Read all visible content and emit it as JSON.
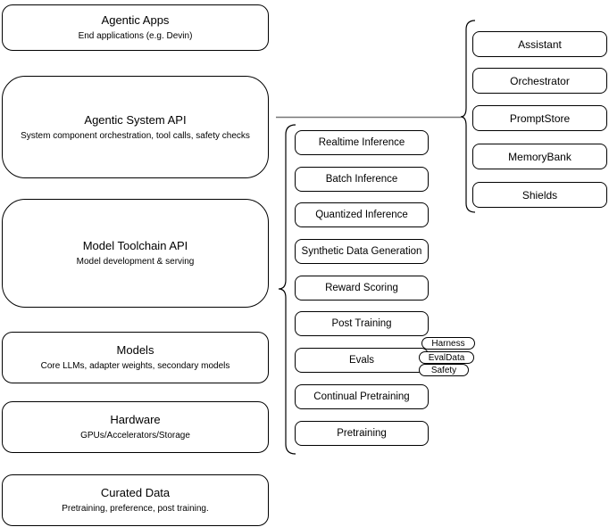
{
  "diagram": {
    "layers": [
      {
        "title": "Agentic Apps",
        "subtitle": "End applications (e.g. Devin)"
      },
      {
        "title": "Agentic System API",
        "subtitle": "System component orchestration, tool calls, safety checks"
      },
      {
        "title": "Model Toolchain API",
        "subtitle": "Model development & serving"
      },
      {
        "title": "Models",
        "subtitle": "Core LLMs, adapter weights, secondary models"
      },
      {
        "title": "Hardware",
        "subtitle": "GPUs/Accelerators/Storage"
      },
      {
        "title": "Curated Data",
        "subtitle": "Pretraining, preference, post training."
      }
    ],
    "toolchain": {
      "items": [
        {
          "label": "Realtime Inference"
        },
        {
          "label": "Batch Inference"
        },
        {
          "label": "Quantized Inference"
        },
        {
          "label": "Synthetic Data Generation"
        },
        {
          "label": "Reward Scoring"
        },
        {
          "label": "Post Training"
        },
        {
          "label": "Evals"
        },
        {
          "label": "Continual Pretraining"
        },
        {
          "label": "Pretraining"
        }
      ],
      "evals_tags": [
        {
          "label": "Harness"
        },
        {
          "label": "EvalData"
        },
        {
          "label": "Safety"
        }
      ]
    },
    "system_components": [
      {
        "label": "Assistant"
      },
      {
        "label": "Orchestrator"
      },
      {
        "label": "PromptStore"
      },
      {
        "label": "MemoryBank"
      },
      {
        "label": "Shields"
      }
    ],
    "colors": {
      "stroke": "#000000",
      "fill": "#ffffff",
      "background": "#ffffff",
      "connector": "#777777"
    }
  }
}
